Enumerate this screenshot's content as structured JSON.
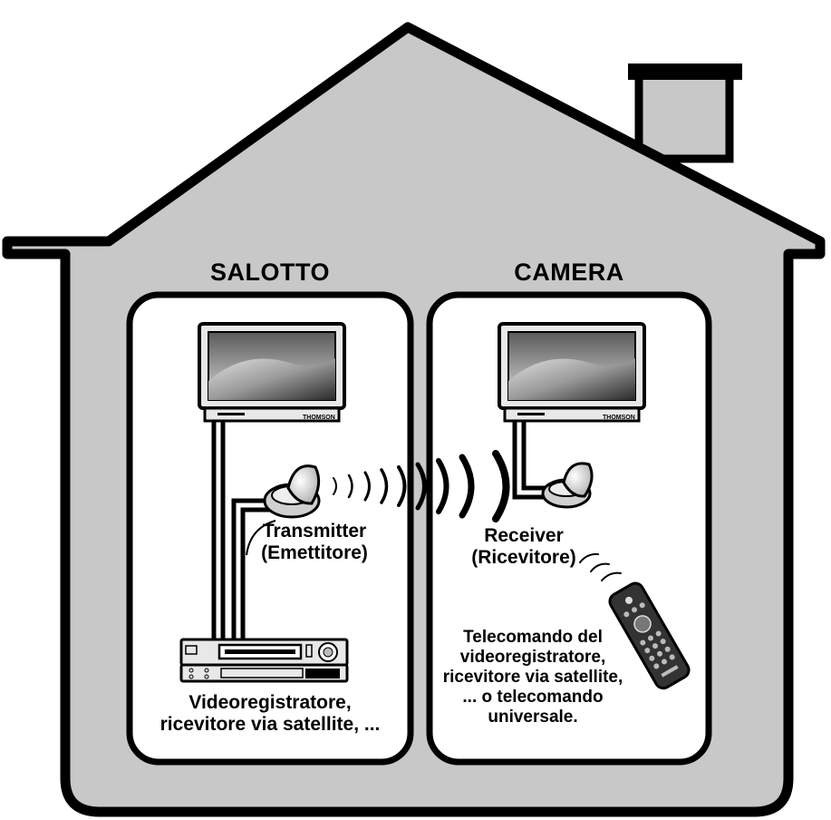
{
  "rooms": {
    "left": {
      "title": "SALOTTO"
    },
    "right": {
      "title": "CAMERA"
    }
  },
  "devices": {
    "transmitter": {
      "line1": "Transmitter",
      "line2": "(Emettitore)"
    },
    "receiver": {
      "line1": "Receiver",
      "line2": "(Ricevitore)"
    }
  },
  "captions": {
    "vcr": {
      "line1": "Videoregistratore,",
      "line2": "ricevitore via satellite, ..."
    },
    "remote": {
      "line1": "Telecomando del",
      "line2": "videoregistratore,",
      "line3": "ricevitore via satellite,",
      "line4": "... o telecomando",
      "line5": "universale."
    }
  },
  "tv_brand": "THOMSON",
  "colors": {
    "house_fill": "#c8c8c8",
    "room_fill": "#ffffff",
    "outline": "#000000"
  },
  "icons": [
    "house-outline",
    "chimney",
    "tv-set",
    "vcr-device",
    "transmitter-dish",
    "receiver-dish",
    "signal-waves",
    "remote-control"
  ]
}
